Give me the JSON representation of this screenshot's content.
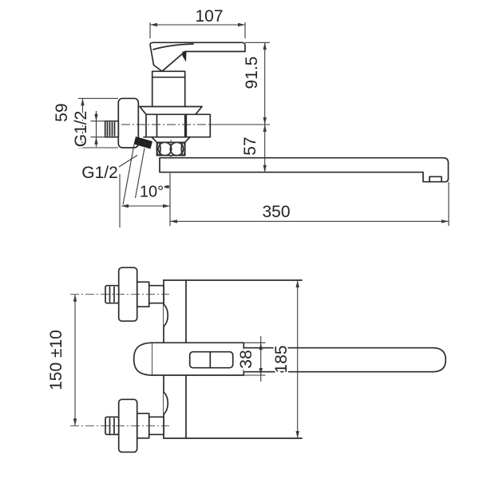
{
  "drawing": {
    "side_view": {
      "handle_width": "107",
      "height_upper": "91.5",
      "height_lower": "57",
      "spout_reach": "350",
      "flange_size": "59",
      "thread_size_vertical": "G1/2",
      "thread_size_leader": "G1/2",
      "tilt_angle": "10°"
    },
    "front_view": {
      "inlet_centers": "150 ±10",
      "body_height": "38",
      "overall_height": "185"
    },
    "colors": {
      "line": "#2b2b2b",
      "dimension": "#3a3a3a",
      "background": "#ffffff"
    }
  }
}
